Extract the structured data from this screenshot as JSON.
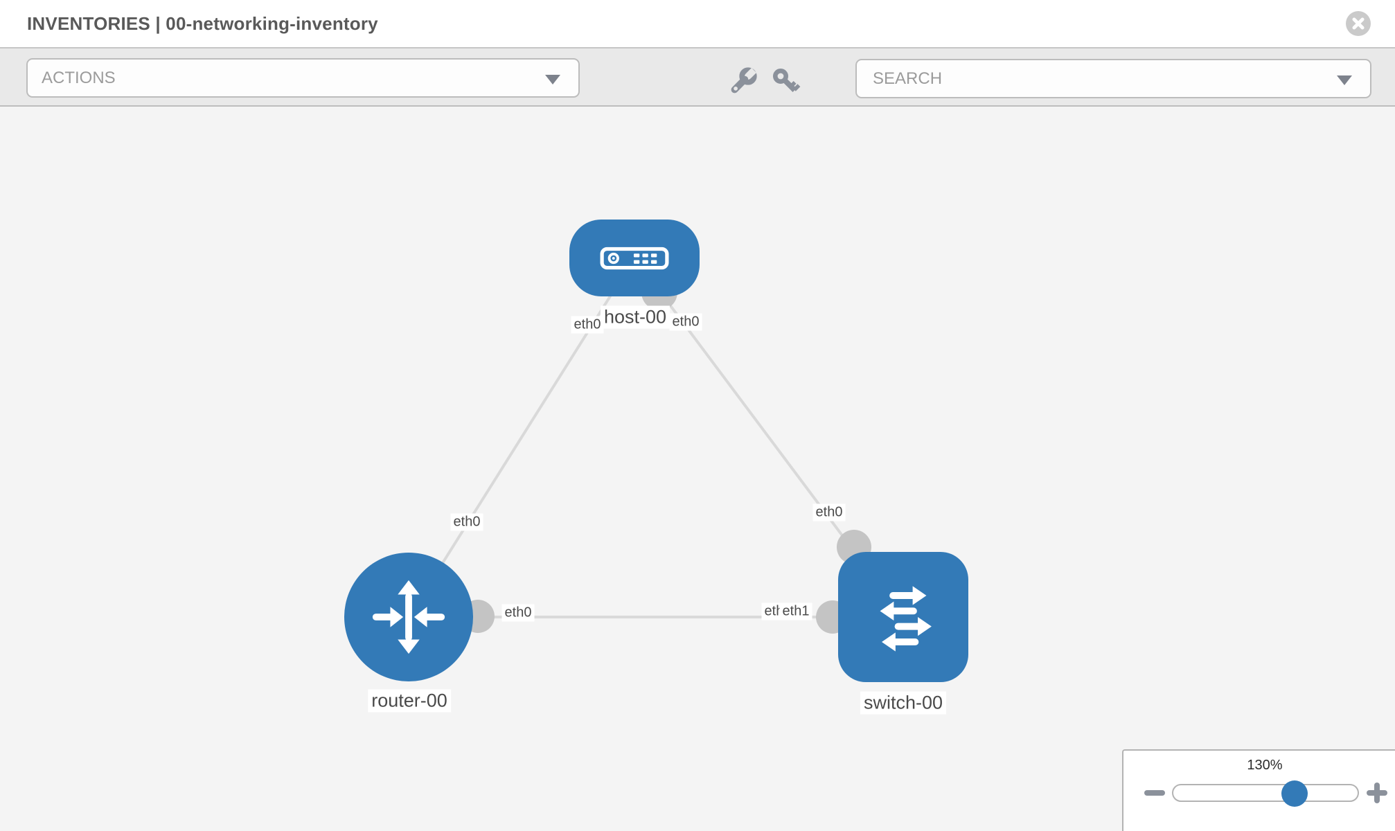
{
  "header": {
    "title": "INVENTORIES | 00-networking-inventory"
  },
  "toolbar": {
    "actions_label": "ACTIONS",
    "search_placeholder": "SEARCH",
    "icons": [
      "wrench",
      "key"
    ]
  },
  "canvas": {
    "nodes": [
      {
        "label": "host-00",
        "type": "host"
      },
      {
        "label": "router-00",
        "type": "router"
      },
      {
        "label": "switch-00",
        "type": "switch"
      }
    ],
    "links": [
      {
        "from": "host-00",
        "to": "router-00"
      },
      {
        "from": "host-00",
        "to": "switch-00"
      },
      {
        "from": "router-00",
        "to": "switch-00"
      }
    ],
    "interface_labels": [
      {
        "label": "eth0",
        "at": "host-left"
      },
      {
        "label": "eth0",
        "at": "host-right"
      },
      {
        "label": "eth0",
        "at": "link-host-router"
      },
      {
        "label": "eth0",
        "at": "link-host-switch"
      },
      {
        "label": "eth0",
        "at": "router-right"
      },
      {
        "label": "eth1",
        "at": "switch-left-rear"
      },
      {
        "label": "eth1",
        "at": "switch-left-front"
      }
    ]
  },
  "zoom_control": {
    "level": "130%"
  },
  "colors": {
    "node_blue": "#337ab7",
    "link_gray": "#d9d9d9",
    "connector_gray": "#c4c4c4",
    "toolbar_gray": "#e9e9e9",
    "canvas_gray": "#f4f4f4"
  }
}
